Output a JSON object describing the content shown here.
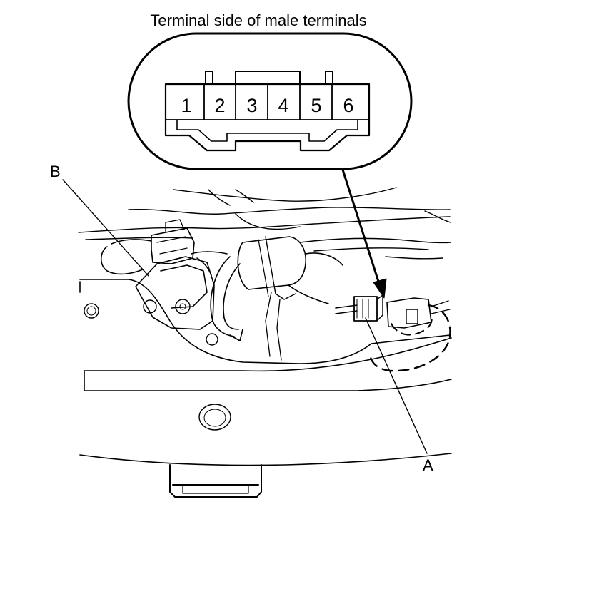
{
  "title": "Terminal side of male terminals",
  "connector": {
    "pins": [
      "1",
      "2",
      "3",
      "4",
      "5",
      "6"
    ]
  },
  "callouts": {
    "a": "A",
    "b": "B"
  }
}
